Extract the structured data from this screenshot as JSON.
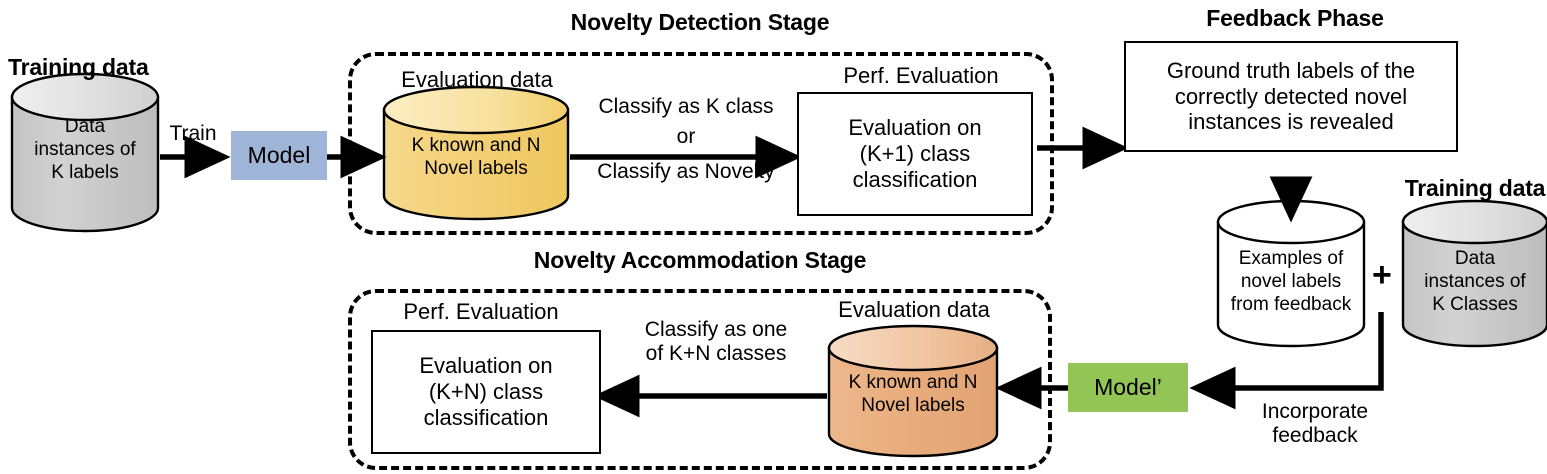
{
  "diagram": {
    "title_novelty_detection": "Novelty Detection Stage",
    "title_feedback_phase": "Feedback Phase",
    "title_novelty_accommodation": "Novelty Accommodation Stage",
    "label_training_data_left": "Training data",
    "label_training_data_right": "Training data",
    "label_evaluation_data_top": "Evaluation data",
    "label_evaluation_data_bottom": "Evaluation data",
    "label_perf_evaluation_top": "Perf. Evaluation",
    "label_perf_evaluation_bottom": "Perf. Evaluation",
    "plus_symbol": "+"
  },
  "nodes": {
    "training_cylinder_left": "Data\ninstances of\nK labels",
    "model_box": "Model",
    "eval_cylinder_top": "K known and N\nNovel labels",
    "perf_box_top": "Evaluation on\n(K+1) class\nclassification",
    "feedback_box": "Ground truth labels of the\ncorrectly detected novel\ninstances is revealed",
    "novel_examples_cylinder": "Examples of\nnovel labels\nfrom feedback",
    "training_cylinder_right": "Data\ninstances of\nK Classes",
    "model_prime_box": "Model’",
    "eval_cylinder_bottom": "K known and N\nNovel labels",
    "perf_box_bottom": "Evaluation on\n(K+N) class\nclassification"
  },
  "edges": {
    "train": "Train",
    "classify_k_class": "Classify as K class",
    "classify_or": "or",
    "classify_novelty": "Classify as Novelty",
    "classify_one_of_kn": "Classify as one\nof K+N classes",
    "incorporate_feedback": "Incorporate\nfeedback"
  },
  "colors": {
    "model_blue": "#9FB5D8",
    "model_prime_green": "#93C456",
    "cylinder_gray_body": "#C9C9C9",
    "cylinder_gray_top": "#E2E2E2",
    "cylinder_yellow_body": "#F3CE6D",
    "cylinder_yellow_top": "#FAE7B0",
    "cylinder_orange_body": "#E8AC7E",
    "cylinder_orange_top": "#F5D2B4",
    "cylinder_white_body": "#FFFFFF",
    "stroke": "#000000"
  }
}
